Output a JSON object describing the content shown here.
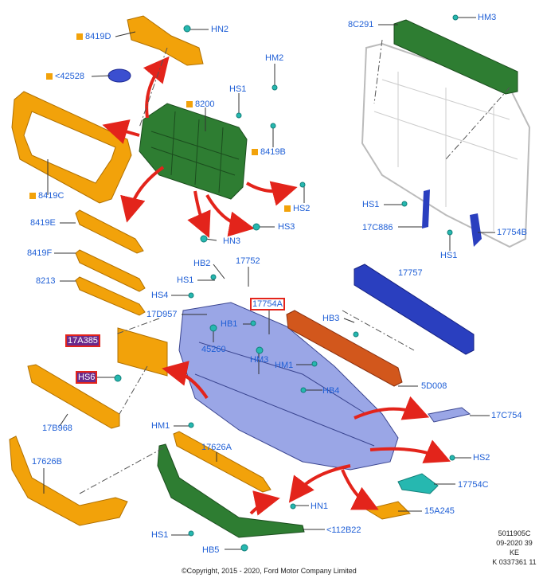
{
  "labels": {
    "p8419D": "8419D",
    "HN2": "HN2",
    "p42528": "<42528",
    "HM2": "HM2",
    "HS1a": "HS1",
    "p8200": "8200",
    "p8419B": "8419B",
    "p8419C": "8419C",
    "HS2a": "HS2",
    "HS3": "HS3",
    "HN3": "HN3",
    "p8419E": "8419E",
    "p8419F": "8419F",
    "p8213": "8213",
    "HB2": "HB2",
    "p17752": "17752",
    "HS1b": "HS1",
    "HS4": "HS4",
    "p17D957": "17D957",
    "p17754A": "17754A",
    "HB1": "HB1",
    "p17A385": "17A385",
    "p45260": "45260",
    "HM3a": "HM3",
    "HS6": "HS6",
    "p17B968": "17B968",
    "HM1a": "HM1",
    "p17626A": "17626A",
    "p17626B": "17626B",
    "HS1c": "HS1",
    "HB5": "HB5",
    "p112B22": "<112B22",
    "p8C291": "8C291",
    "HM3b": "HM3",
    "HS1d": "HS1",
    "p17C886": "17C886",
    "p17754B": "17754B",
    "HS1e": "HS1",
    "p17757": "17757",
    "HB3": "HB3",
    "HM1b": "HM1",
    "p5D008": "5D008",
    "HB4": "HB4",
    "p17C754": "17C754",
    "HS2b": "HS2",
    "p17754C": "17754C",
    "HN1": "HN1",
    "p15A245": "15A245"
  },
  "stamp": {
    "line1": "5011905C",
    "line2": "09-2020 39",
    "line3": "KE",
    "line4": "K 0337361 11"
  },
  "copyright": "©Copyright, 2015 - 2020, Ford Motor Company Limited",
  "colors": {
    "label_blue": "#1f5fd6",
    "arrow_red": "#e3241b",
    "orange_part": "#f2a20a",
    "green_part": "#2e7d32",
    "blue_bumper": "#9aa6e6",
    "navy_beam": "#2a3fbf",
    "rust_part": "#d2571c",
    "teal_fastener": "#26b8b0"
  }
}
